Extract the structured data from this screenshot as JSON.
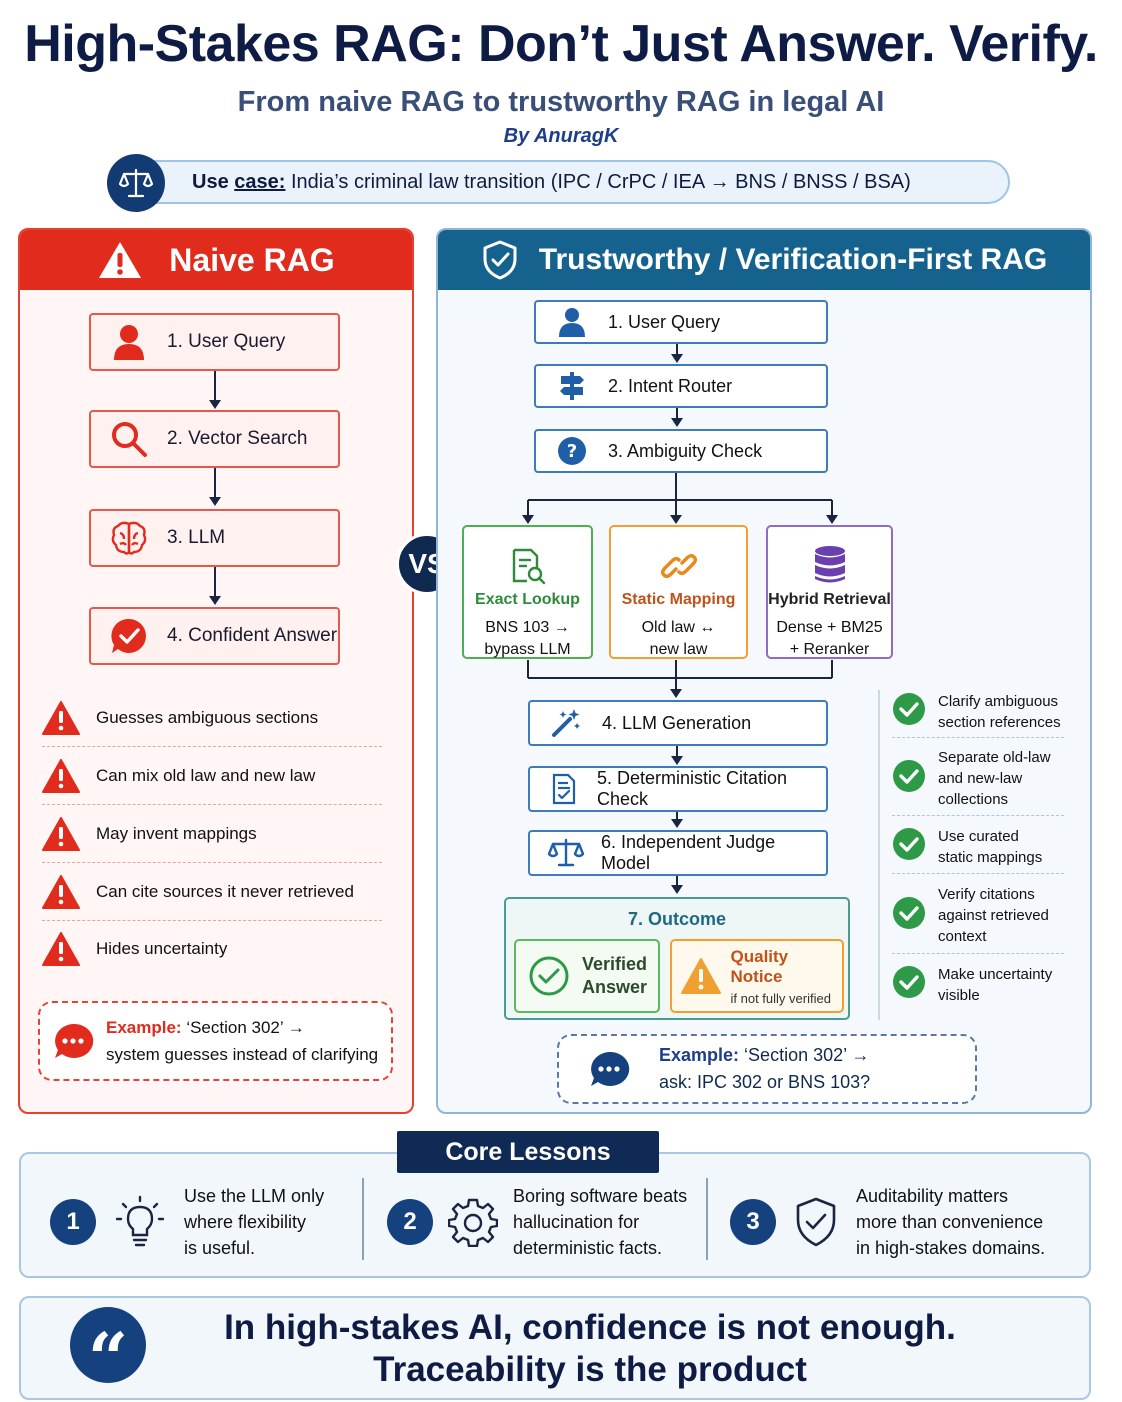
{
  "header": {
    "title": "High-Stakes RAG: Don’t Just Answer. Verify.",
    "subtitle": "From naive RAG to trustworthy RAG in legal AI",
    "byline": "By AnuragK"
  },
  "usecase": {
    "label_prefix": "Use ",
    "label_underlined": "case:",
    "text": " India’s criminal law transition (IPC / CrPC / IEA → BNS / BNSS / BSA)"
  },
  "naive": {
    "title": "Naive RAG",
    "steps": [
      {
        "label": "1. User Query"
      },
      {
        "label": "2. Vector Search"
      },
      {
        "label": "3. LLM"
      },
      {
        "label": "4. Confident Answer"
      }
    ],
    "risks": [
      "Guesses ambiguous sections",
      "Can mix old law and new law",
      "May invent mappings",
      "Can cite sources it never retrieved",
      "Hides uncertainty"
    ],
    "example": {
      "label": "Example:",
      "line1": " ‘Section 302’ →",
      "line2": "system guesses instead of clarifying"
    }
  },
  "vs_label": "VS",
  "trust": {
    "title": "Trustworthy / Verification-First RAG",
    "steps_top": [
      "1. User Query",
      "2. Intent Router",
      "3. Ambiguity Check"
    ],
    "routes": [
      {
        "title": "Exact Lookup",
        "line1": "BNS 103 →",
        "line2": "bypass LLM",
        "color": "#4caf50",
        "title_color": "#2e8b3a"
      },
      {
        "title": "Static Mapping",
        "line1": "Old law ↔",
        "line2": "new law",
        "color": "#f0a030",
        "title_color": "#c0521a"
      },
      {
        "title": "Hybrid Retrieval",
        "line1": "Dense + BM25",
        "line2": "+ Reranker",
        "color": "#8e6cc4",
        "title_color": "#222222"
      }
    ],
    "steps_bottom": [
      "4. LLM Generation",
      "5. Deterministic Citation Check",
      "6. Independent Judge Model"
    ],
    "outcome": {
      "title": "7. Outcome",
      "verified_line1": "Verified",
      "verified_line2": "Answer",
      "notice_title": "Quality Notice",
      "notice_sub": "if not fully verified"
    },
    "checks": [
      {
        "l1": "Clarify ambiguous",
        "l2": "section references",
        "l3": ""
      },
      {
        "l1": "Separate old-law",
        "l2": "and new-law",
        "l3": "collections"
      },
      {
        "l1": "Use curated",
        "l2": "static mappings",
        "l3": ""
      },
      {
        "l1": "Verify citations",
        "l2": "against retrieved",
        "l3": "context"
      },
      {
        "l1": "Make uncertainty",
        "l2": "visible",
        "l3": ""
      }
    ],
    "example": {
      "label": "Example:",
      "line1": " ‘Section 302’ →",
      "line2": "ask: IPC 302 or BNS 103?"
    }
  },
  "lessons": {
    "title": "Core Lessons",
    "items": [
      {
        "num": "1",
        "l1": "Use the LLM only",
        "l2": "where flexibility",
        "l3": "is useful."
      },
      {
        "num": "2",
        "l1": "Boring software beats",
        "l2": "hallucination for",
        "l3": "deterministic facts."
      },
      {
        "num": "3",
        "l1": "Auditability matters",
        "l2": "more than convenience",
        "l3": "in high-stakes domains."
      }
    ]
  },
  "quote": {
    "mark": "“",
    "line1": "In high-stakes AI, confidence is not enough.",
    "line2": "Traceability is the product"
  },
  "colors": {
    "naive_red": "#e02b1d",
    "trust_blue": "#16628f",
    "navy": "#0f2a55",
    "check_green": "#2e9a48"
  }
}
